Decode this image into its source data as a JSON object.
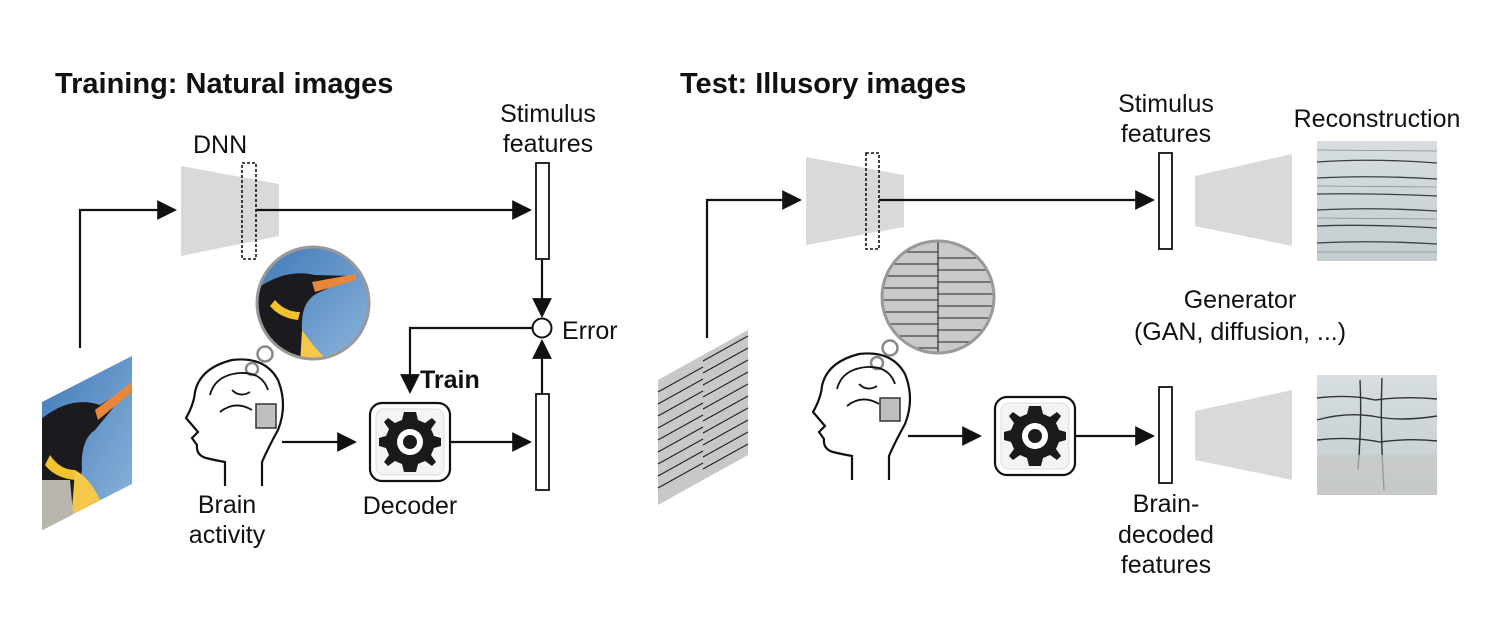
{
  "training": {
    "title": "Training: Natural images",
    "dnn_label": "DNN",
    "stimulus_features": [
      "Stimulus",
      "features"
    ],
    "error_label": "Error",
    "train_label": "Train",
    "brain_activity": [
      "Brain",
      "activity"
    ],
    "decoder_label": "Decoder"
  },
  "test": {
    "title": "Test: Illusory images",
    "stimulus_features": [
      "Stimulus",
      "features"
    ],
    "reconstruction_label": "Reconstruction",
    "generator": [
      "Generator",
      "(GAN, diffusion, ...)"
    ],
    "brain_decoded_features": [
      "Brain-",
      "decoded",
      "features"
    ]
  },
  "colors": {
    "dnn_gray": "#d9d9d9",
    "penguin_sky": "#5b8fc4",
    "penguin_beak": "#e8863a",
    "line": "#111111"
  },
  "icons": [
    "penguin-photo",
    "brain-head-icon",
    "thought-bubble-icon",
    "gear-icon",
    "illusory-stripes-image",
    "dnn-trapezoid",
    "generator-trapezoid",
    "reconstruction-image"
  ]
}
